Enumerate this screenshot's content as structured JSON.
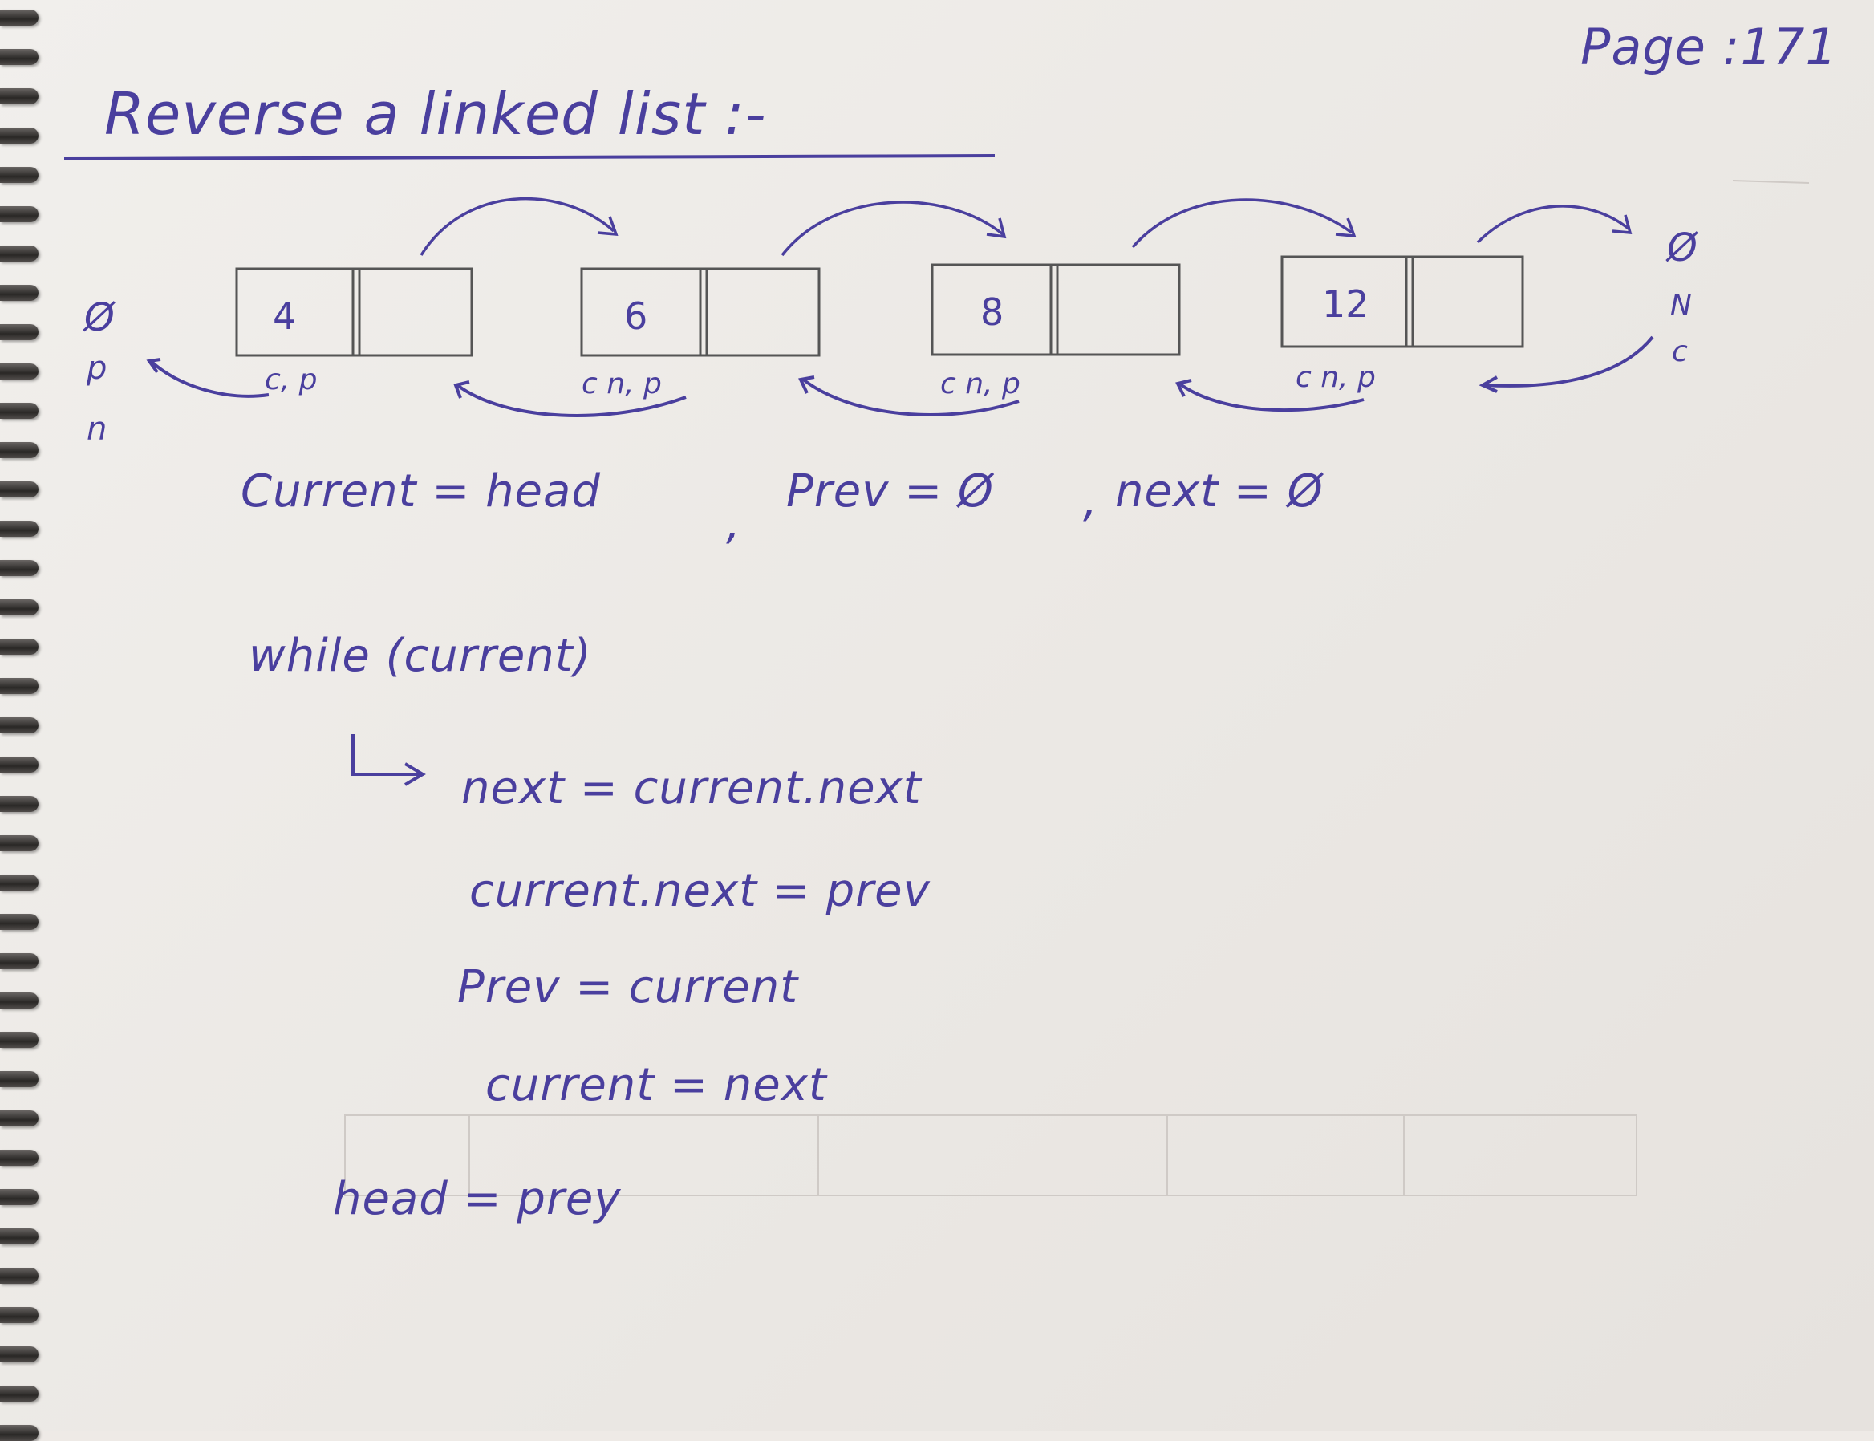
{
  "title": "Reverse a linked list :-",
  "page_number": "Page :171",
  "list": {
    "nodes": [
      {
        "value": "4",
        "marks": "c, p"
      },
      {
        "value": "6",
        "marks": "c n, p"
      },
      {
        "value": "8",
        "marks": "c n, p"
      },
      {
        "value": "12",
        "marks": "c n, p"
      }
    ],
    "left_null": "Ø",
    "left_marks": [
      "p",
      "n"
    ],
    "right_null": "Ø",
    "right_marks": [
      "N",
      "c"
    ]
  },
  "init": {
    "current": "Current = head",
    "prev": "Prev = Ø",
    "next": "next = Ø"
  },
  "algorithm": {
    "while": "while (current)",
    "step1": "next = current.next",
    "step2": "current.next = prev",
    "step3": "Prev = current",
    "step4": "current = next",
    "final": "head = prey"
  },
  "colors": {
    "ink": "#4a3f9e",
    "paper": "#eeeae6"
  }
}
